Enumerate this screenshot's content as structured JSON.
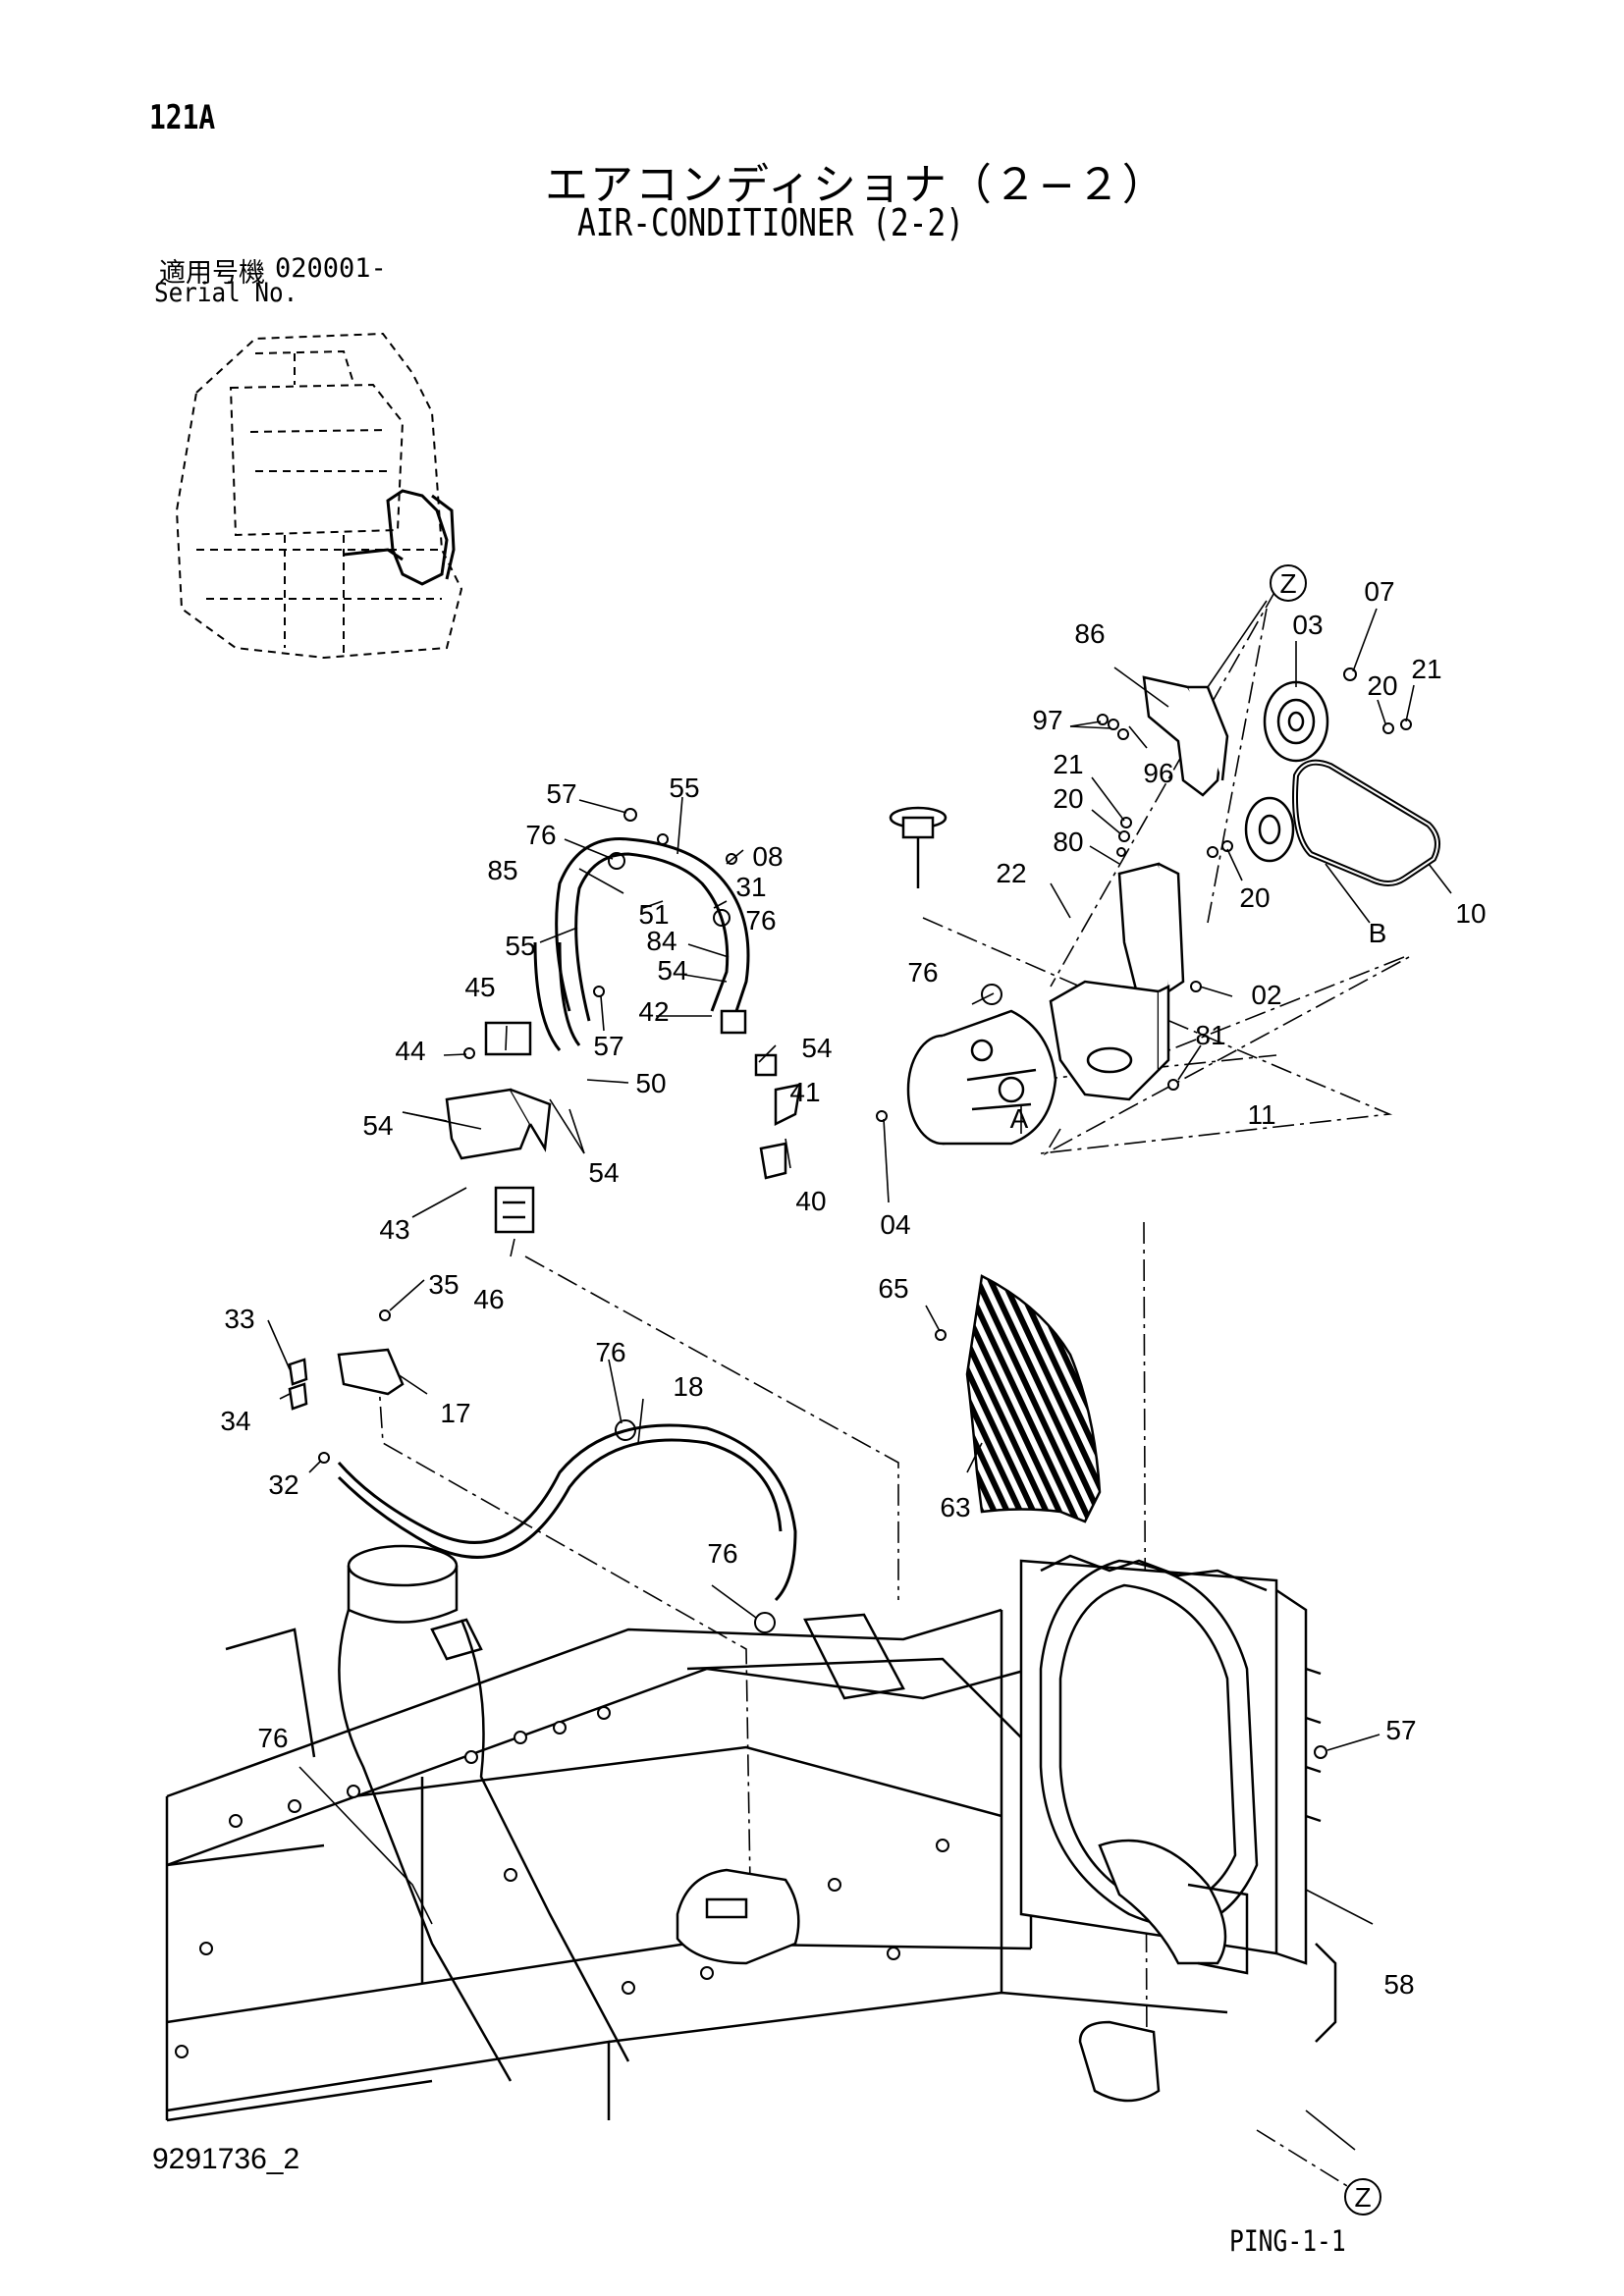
{
  "page_number": "121A",
  "title_jp": "エアコンディショナ（２−２）",
  "title_en": "AIR-CONDITIONER (2-2)",
  "serial": {
    "label_jp": "適用号機",
    "value": "020001-",
    "label_en": "Serial No."
  },
  "callouts": [
    "Z",
    "07",
    "03",
    "86",
    "20",
    "21",
    "97",
    "96",
    "21",
    "20",
    "80",
    "22",
    "20",
    "B",
    "10",
    "57",
    "55",
    "76",
    "08",
    "85",
    "51",
    "31",
    "76",
    "55",
    "84",
    "54",
    "42",
    "45",
    "57",
    "44",
    "54",
    "50",
    "54",
    "41",
    "76",
    "02",
    "81",
    "11",
    "A",
    "04",
    "54",
    "43",
    "40",
    "46",
    "35",
    "33",
    "34",
    "17",
    "18",
    "76",
    "32",
    "65",
    "63",
    "76",
    "76",
    "57",
    "58",
    "Z"
  ],
  "document_id": "9291736_2",
  "sheet_ref": "PING-1-1"
}
